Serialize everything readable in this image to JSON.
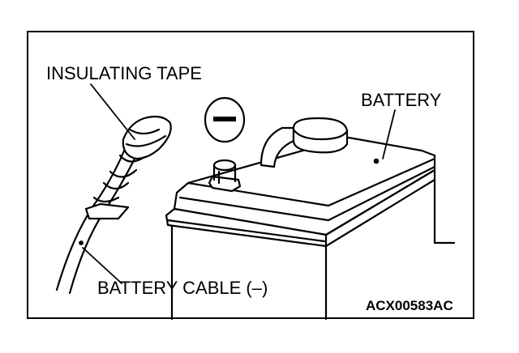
{
  "labels": {
    "insulating_tape": "INSULATING TAPE",
    "battery": "BATTERY",
    "battery_cable": "BATTERY CABLE (–)",
    "figure_code": "ACX00583AC"
  },
  "terminal_symbol": "negative-terminal-symbol",
  "colors": {
    "line": "#000000",
    "background": "#ffffff"
  }
}
